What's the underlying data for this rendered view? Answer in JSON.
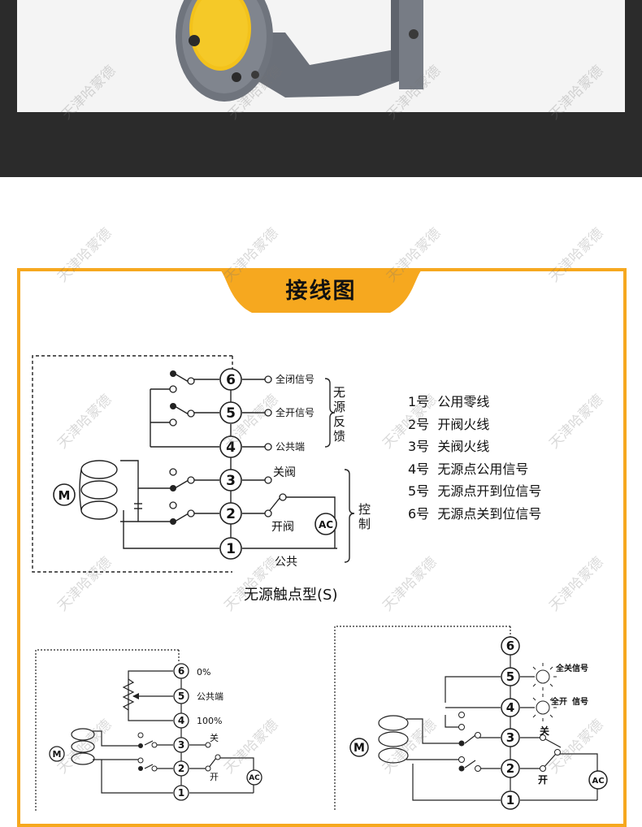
{
  "title": "接线图",
  "watermark": "天津哈蒙德",
  "legend": [
    "1号  公用零线",
    "2号  开阀火线",
    "3号  关阀火线",
    "4号  无源点公用信号",
    "5号  无源点开到位信号",
    "6号  无源点关到位信号"
  ],
  "diagram_s": {
    "caption": "无源触点型(S)",
    "signal_6": "全闭信号",
    "signal_5": "全开信号",
    "signal_4": "公共端",
    "group_label_1": "无源反馈",
    "close_label": "关阀",
    "open_label": "开阀",
    "common_label": "公共",
    "control_label": "控制",
    "ac": "AC",
    "motor": "M"
  },
  "diagram_pot": {
    "label_6": "0%",
    "label_5": "公共端",
    "label_4": "100%",
    "close": "关",
    "open": "开",
    "ac": "AC",
    "motor": "M"
  },
  "diagram_lamp": {
    "signal_5": "全关信号",
    "signal_4a": "全开",
    "signal_4b": "信号",
    "close": "关",
    "open": "开",
    "ac": "AC",
    "motor": "M"
  },
  "terminal_numbers": [
    "1",
    "2",
    "3",
    "4",
    "5",
    "6"
  ],
  "colors": {
    "accent": "#f6a81f",
    "banner": "#2b2b2b",
    "valve_body": "#6b7079",
    "valve_cap": "#f3c21b"
  }
}
